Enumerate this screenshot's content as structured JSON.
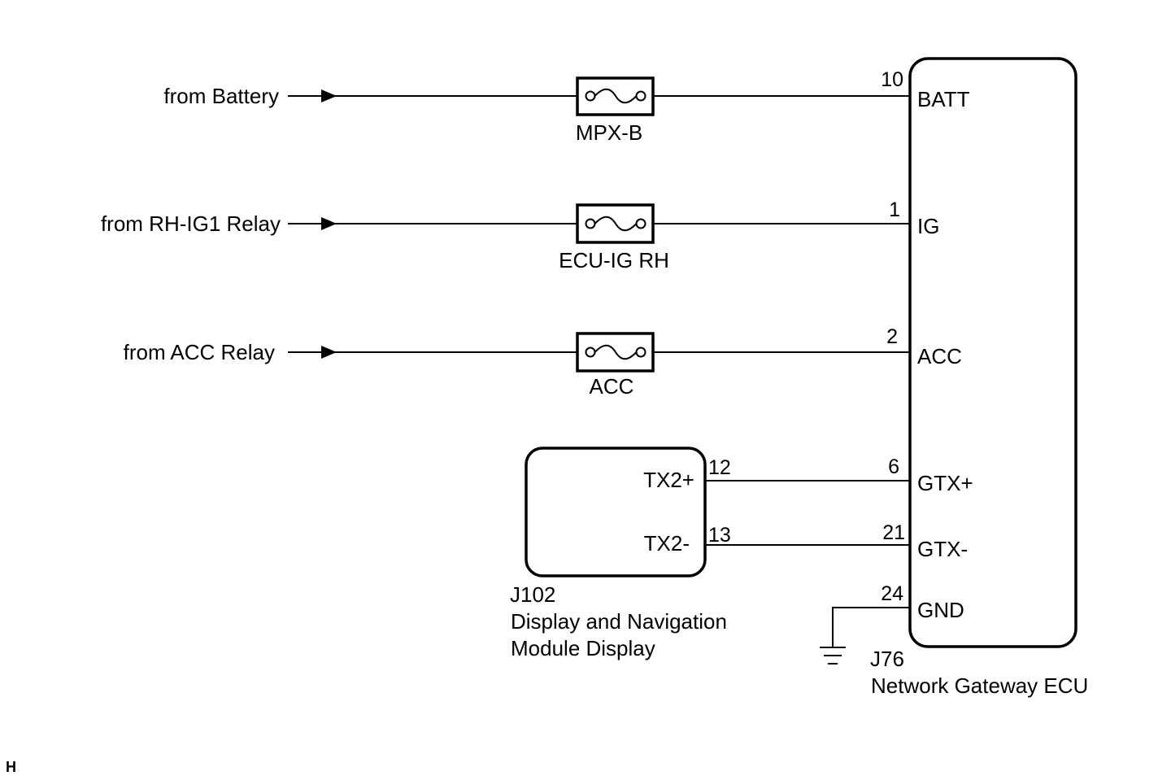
{
  "sources": [
    {
      "label": "from Battery"
    },
    {
      "label": "from RH-IG1 Relay"
    },
    {
      "label": "from ACC Relay"
    }
  ],
  "fuses": [
    {
      "label": "MPX-B"
    },
    {
      "label": "ECU-IG RH"
    },
    {
      "label": "ACC"
    }
  ],
  "gateway_ecu": {
    "connector": "J76",
    "name": "Network Gateway ECU",
    "terminals": [
      {
        "pin": "10",
        "name": "BATT"
      },
      {
        "pin": "1",
        "name": "IG"
      },
      {
        "pin": "2",
        "name": "ACC"
      },
      {
        "pin": "6",
        "name": "GTX+"
      },
      {
        "pin": "21",
        "name": "GTX-"
      },
      {
        "pin": "24",
        "name": "GND"
      }
    ]
  },
  "display_module": {
    "connector": "J102",
    "name_line1": "Display and Navigation",
    "name_line2": "Module Display",
    "terminals": [
      {
        "pin": "12",
        "name": "TX2+"
      },
      {
        "pin": "13",
        "name": "TX2-"
      }
    ]
  },
  "footer_code": "H"
}
